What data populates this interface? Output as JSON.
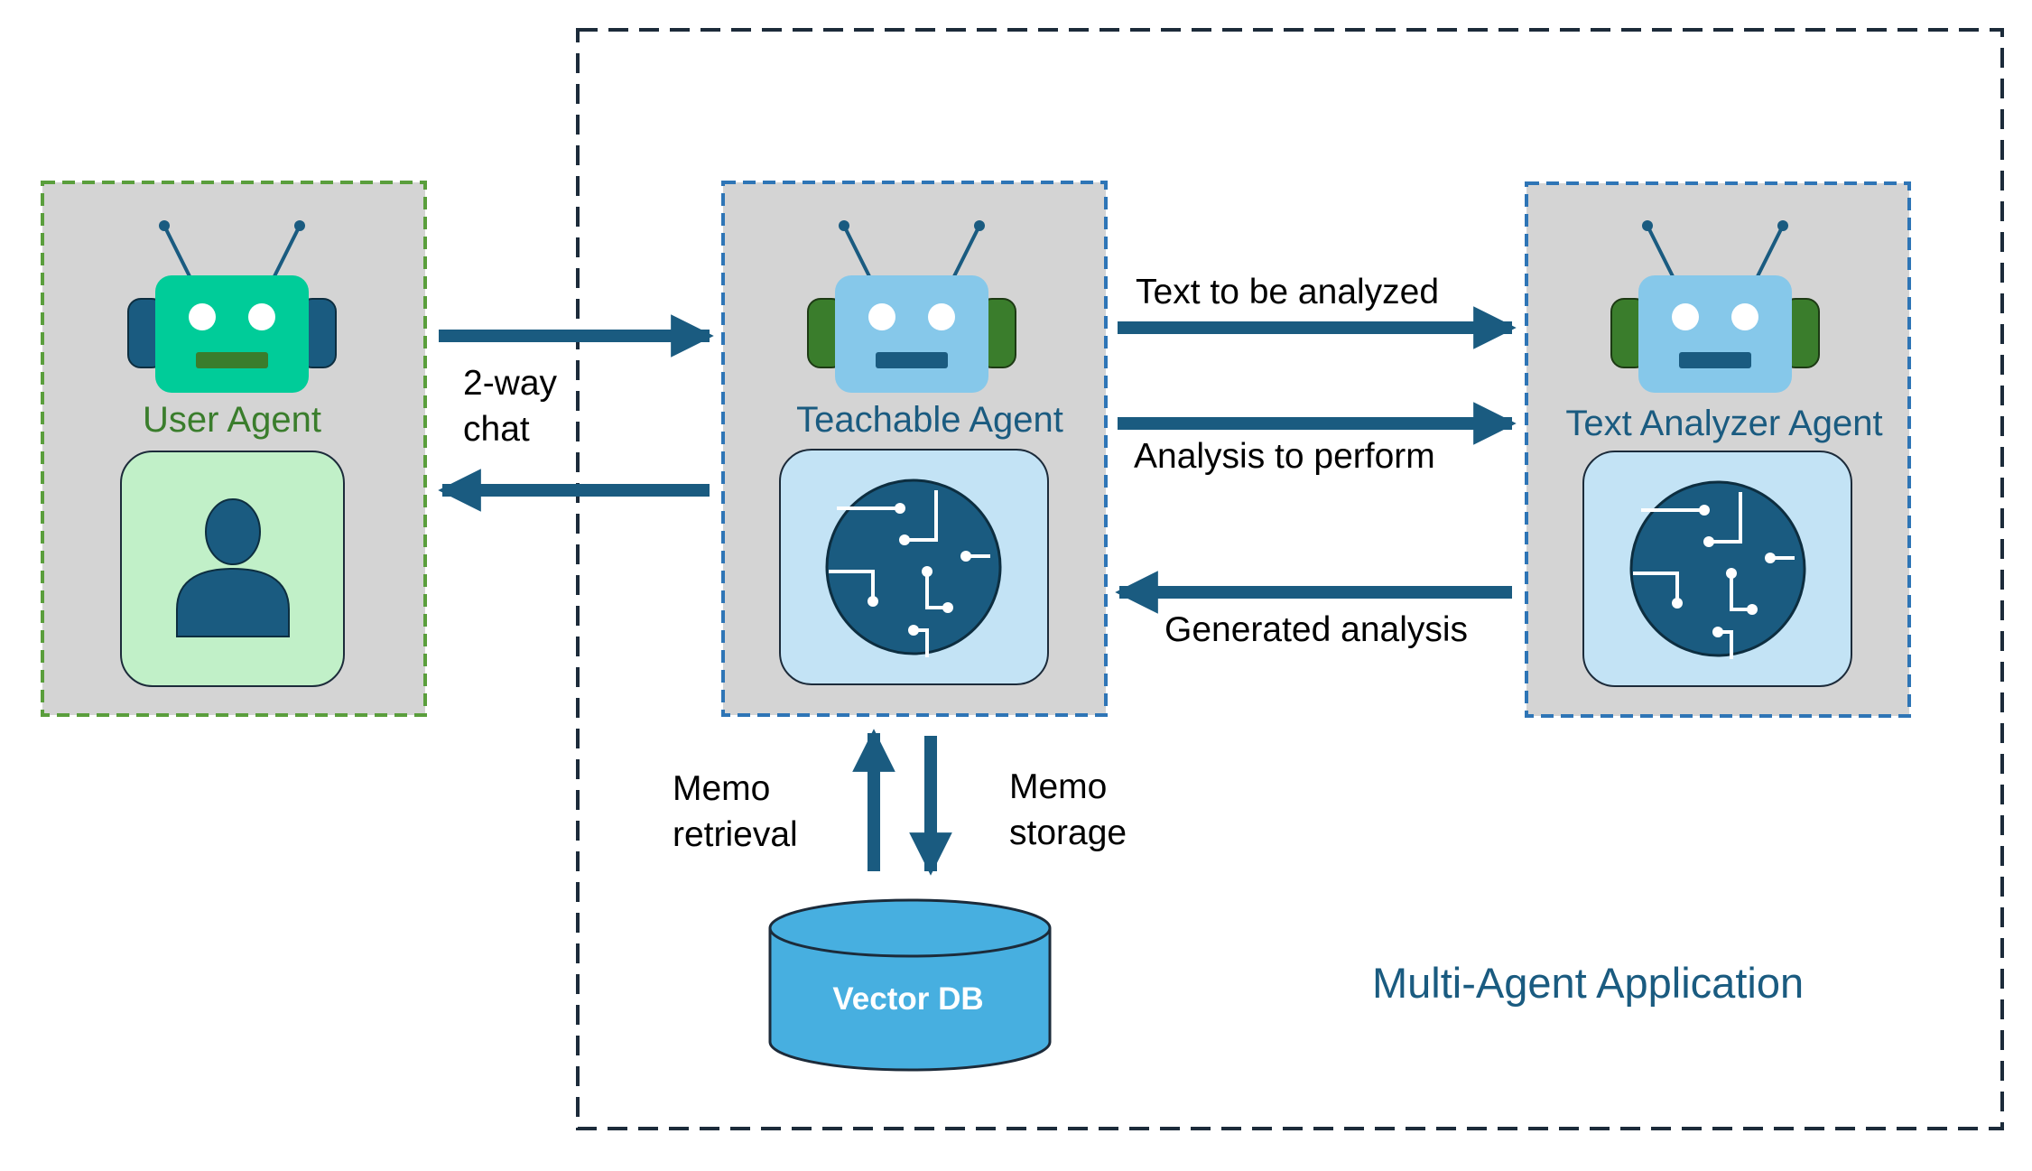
{
  "container": {
    "label": "Multi-Agent Application"
  },
  "agents": {
    "user": {
      "label": "User Agent",
      "icon": "person-icon"
    },
    "teachable": {
      "label": "Teachable Agent",
      "icon": "circuit-brain-icon"
    },
    "analyzer": {
      "label": "Text Analyzer Agent",
      "icon": "circuit-brain-icon"
    }
  },
  "edges": {
    "chat": {
      "line1": "2-way",
      "line2": "chat"
    },
    "text_to_analyze": "Text to be analyzed",
    "analysis_to_perform": "Analysis to perform",
    "generated_analysis": "Generated analysis",
    "memo_retrieval": {
      "line1": "Memo",
      "line2": "retrieval"
    },
    "memo_storage": {
      "line1": "Memo",
      "line2": "storage"
    }
  },
  "database": {
    "label": "Vector DB",
    "icon": "database-cylinder-icon"
  },
  "colors": {
    "arrow": "#1a5b80",
    "user_border": "#5a9e3c",
    "agent_border": "#2e75b6",
    "panel_gray": "#d4d4d4",
    "user_robot": "#00cc99",
    "agent_robot": "#86c8ea",
    "db_fill": "#47afe0",
    "user_label": "#3a7d2c",
    "agent_label": "#1a5b80"
  }
}
